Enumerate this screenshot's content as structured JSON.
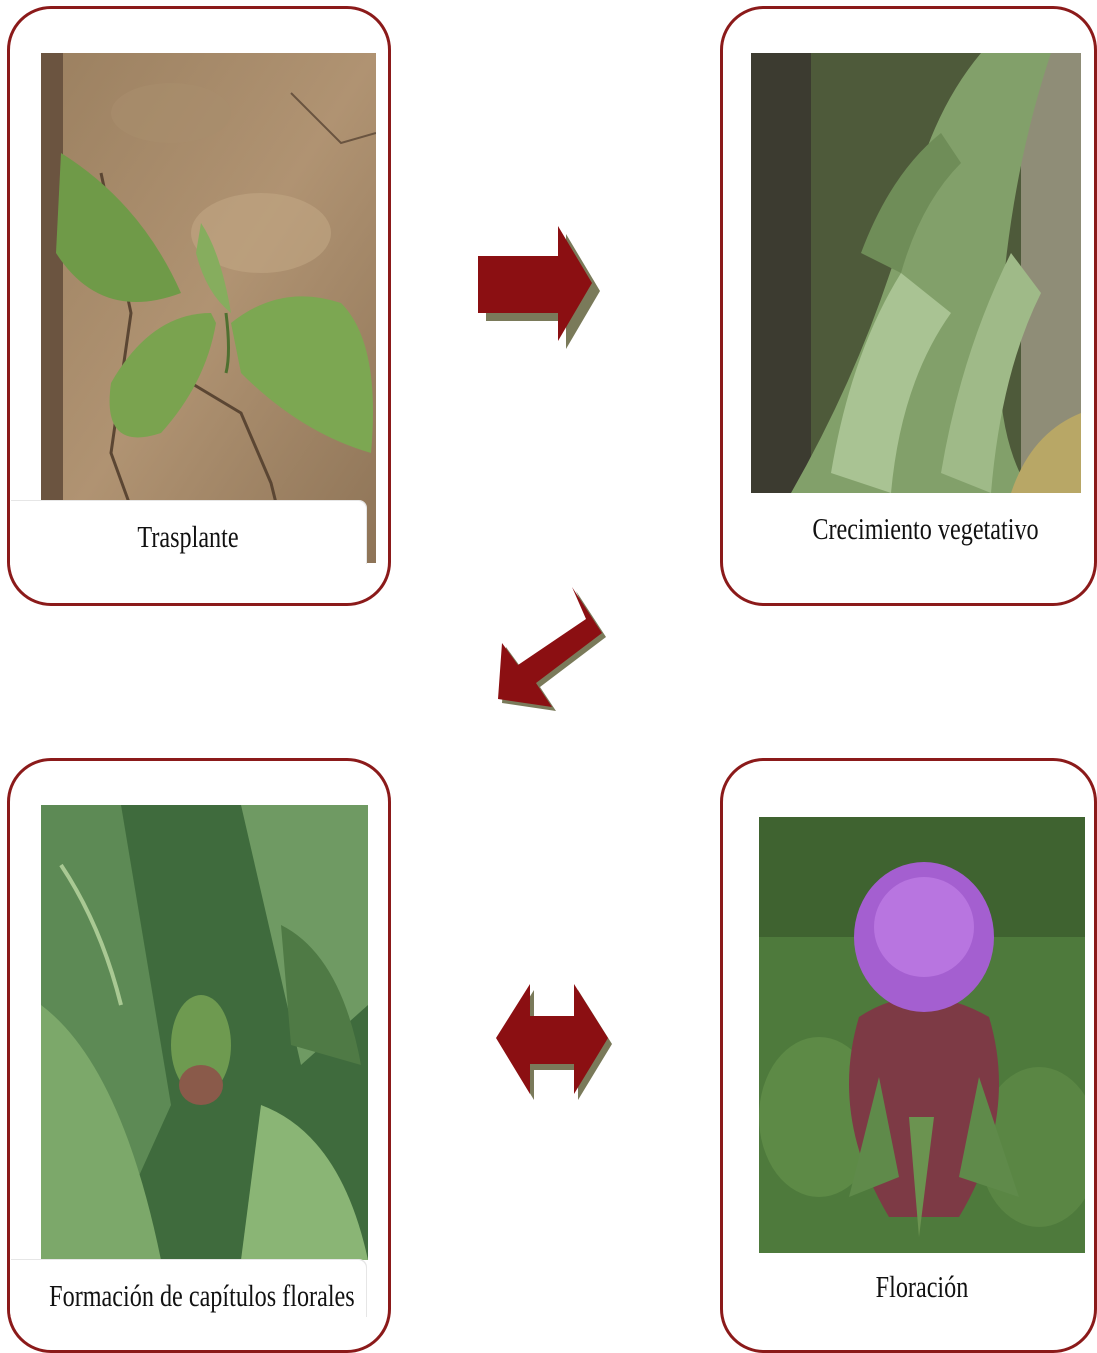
{
  "stages": [
    {
      "label": "Trasplante",
      "image": "artichoke-seedling-photo"
    },
    {
      "label": "Crecimiento vegetativo",
      "image": "artichoke-vegetative-plants-photo"
    },
    {
      "label": "Formación de capítulos florales",
      "image": "artichoke-flower-head-photo"
    },
    {
      "label": "Floración",
      "image": "artichoke-purple-flower-photo"
    }
  ],
  "colors": {
    "card_border": "#8b1a1a",
    "arrow_fill": "#8b0f12",
    "arrow_shadow": "#7a7a5a"
  },
  "arrows": [
    {
      "name": "right-arrow-icon",
      "direction": "right"
    },
    {
      "name": "down-left-arrow-icon",
      "direction": "down-left"
    },
    {
      "name": "double-arrow-icon",
      "direction": "left-right"
    }
  ]
}
